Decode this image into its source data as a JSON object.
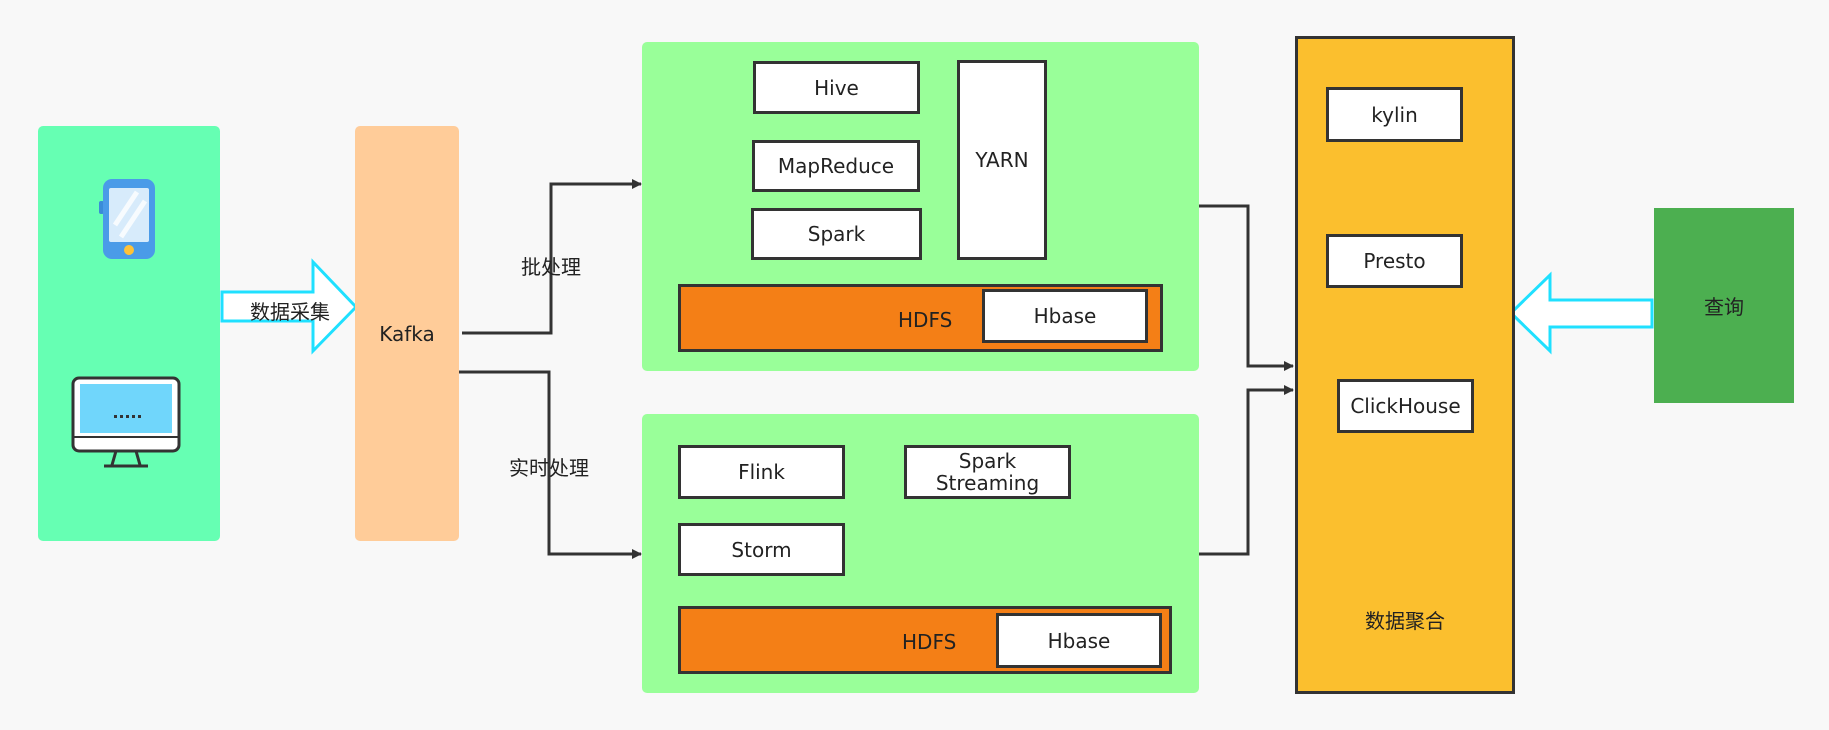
{
  "colors": {
    "background": "#f8f8f8",
    "source_panel": "#66ffb3",
    "kafka_panel": "#ffcc99",
    "processing_panel": "#99ff99",
    "hdfs_bar": "#f47f16",
    "aggregation_panel": "#fbbf2e",
    "query_panel": "#4caf50",
    "hollow_arrow_stroke": "#1fe0ff",
    "connector": "#333333"
  },
  "sources": {
    "icons": [
      "phone-icon",
      "monitor-icon"
    ]
  },
  "collect_arrow": {
    "label": "数据采集"
  },
  "kafka": {
    "label": "Kafka"
  },
  "edges": {
    "batch_label": "批处理",
    "realtime_label": "实时处理"
  },
  "batch": {
    "hive": "Hive",
    "mapreduce": "MapReduce",
    "spark": "Spark",
    "yarn": "YARN",
    "hdfs": "HDFS",
    "hbase": "Hbase"
  },
  "realtime": {
    "flink": "Flink",
    "spark_streaming_line1": "Spark",
    "spark_streaming_line2": "Streaming",
    "storm": "Storm",
    "hdfs": "HDFS",
    "hbase": "Hbase"
  },
  "aggregation": {
    "kylin": "kylin",
    "presto": "Presto",
    "clickhouse": "ClickHouse",
    "title": "数据聚合"
  },
  "query": {
    "label": "查询"
  }
}
